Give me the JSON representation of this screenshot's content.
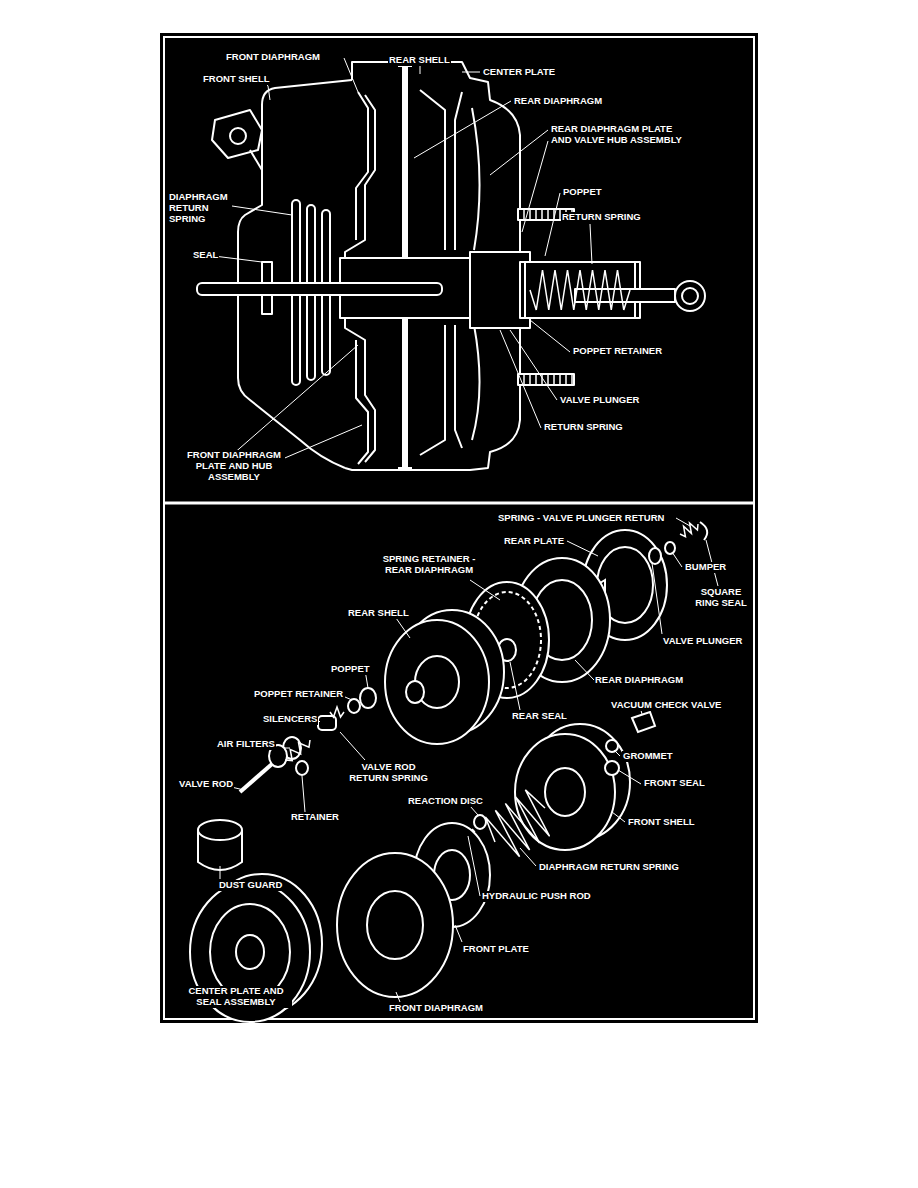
{
  "diagram": {
    "labels": [
      "FRONT DIAPHRAGM",
      "REAR SHELL",
      "CENTER PLATE",
      "FRONT SHELL",
      "REAR DIAPHRAGM",
      "REAR DIAPHRAGM PLATE AND VALVE HUB ASSEMBLY",
      "POPPET",
      "RETURN SPRING",
      "DIAPHRAGM RETURN SPRING",
      "SEAL",
      "POPPET RETAINER",
      "VALVE PLUNGER",
      "RETURN SPRING",
      "FRONT DIAPHRAGM PLATE AND HUB ASSEMBLY",
      "SPRING - VALVE PLUNGER RETURN",
      "REAR PLATE",
      "BUMPER",
      "SQUARE RING SEAL",
      "VALVE PLUNGER",
      "SPRING RETAINER - REAR DIAPHRAGM",
      "REAR SHELL",
      "REAR DIAPHRAGM",
      "POPPET",
      "POPPET RETAINER",
      "SILENCERS",
      "REAR SEAL",
      "VACUUM CHECK VALVE",
      "AIR FILTERS",
      "VALVE ROD RETURN SPRING",
      "GROMMET",
      "FRONT SEAL",
      "VALVE ROD",
      "RETAINER",
      "REACTION DISC",
      "FRONT SHELL",
      "DUST GUARD",
      "DIAPHRAGM RETURN SPRING",
      "HYDRAULIC PUSH ROD",
      "FRONT PLATE",
      "CENTER PLATE AND SEAL ASSEMBLY",
      "FRONT DIAPHRAGM"
    ]
  }
}
